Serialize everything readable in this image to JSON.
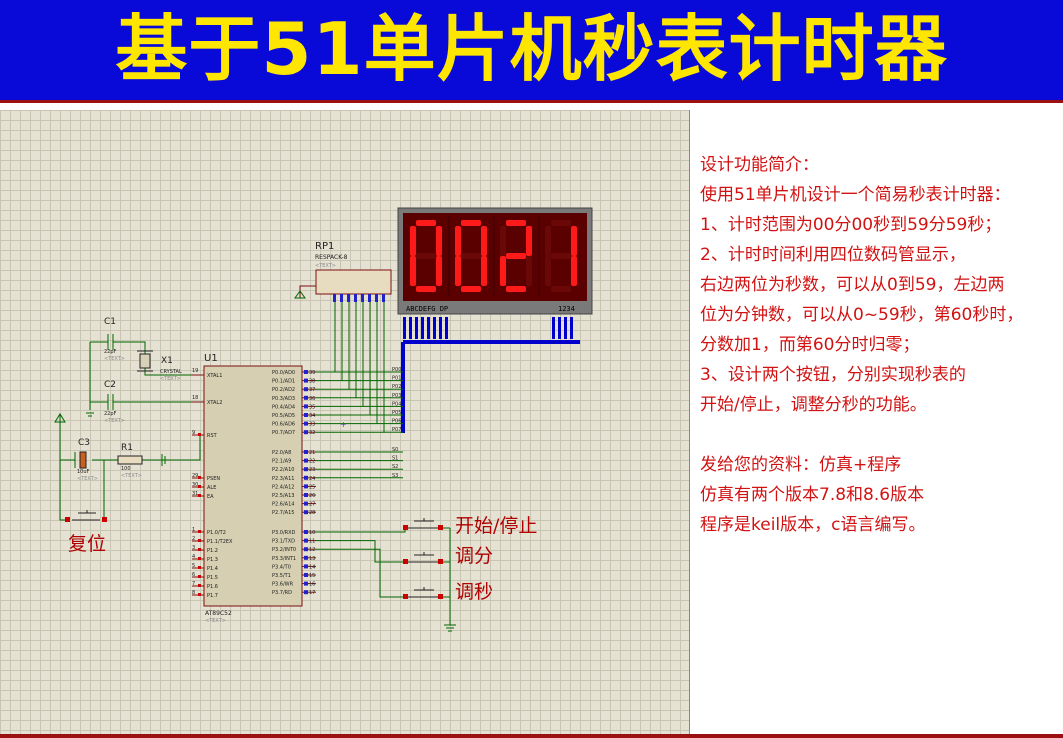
{
  "banner": {
    "title": "基于51单片机秒表计时器"
  },
  "display": {
    "digits": [
      "0",
      "0",
      "2",
      "1"
    ],
    "seg_label": "ABCDEFG DP",
    "pos_label": "1234",
    "seg_color": "#ff1a1a"
  },
  "schematic": {
    "rp1": {
      "ref": "RP1",
      "value": "RESPACK-8",
      "text": "<TEXT>"
    },
    "c1": {
      "ref": "C1",
      "value": "22pF",
      "text": "<TEXT>"
    },
    "c2": {
      "ref": "C2",
      "value": "22pF",
      "text": "<TEXT>"
    },
    "c3": {
      "ref": "C3",
      "value": "10uF",
      "text": "<TEXT>"
    },
    "x1": {
      "ref": "X1",
      "value": "CRYSTAL",
      "text": "<TEXT>"
    },
    "r1": {
      "ref": "R1",
      "value": "100",
      "text": "<TEXT>"
    },
    "u1": {
      "ref": "U1",
      "part": "AT89C52",
      "text": "<TEXT>",
      "left_pins": [
        "XTAL1",
        "XTAL2",
        "RST",
        "PSEN",
        "ALE",
        "EA",
        "P1.0/T2",
        "P1.1/T2EX",
        "P1.2",
        "P1.3",
        "P1.4",
        "P1.5",
        "P1.6",
        "P1.7"
      ],
      "left_nums": [
        "19",
        "18",
        "9",
        "29",
        "30",
        "31",
        "1",
        "2",
        "3",
        "4",
        "5",
        "6",
        "7",
        "8"
      ],
      "right_pins": [
        "P0.0/AD0",
        "P0.1/AD1",
        "P0.2/AD2",
        "P0.3/AD3",
        "P0.4/AD4",
        "P0.5/AD5",
        "P0.6/AD6",
        "P0.7/AD7",
        "P2.0/A8",
        "P2.1/A9",
        "P2.2/A10",
        "P2.3/A11",
        "P2.4/A12",
        "P2.5/A13",
        "P2.6/A14",
        "P2.7/A15",
        "P3.0/RXD",
        "P3.1/TXD",
        "P3.2/INT0",
        "P3.3/INT1",
        "P3.4/T0",
        "P3.5/T1",
        "P3.6/WR",
        "P3.7/RD"
      ],
      "right_nums": [
        "39",
        "38",
        "37",
        "36",
        "35",
        "34",
        "33",
        "32",
        "21",
        "22",
        "23",
        "24",
        "25",
        "26",
        "27",
        "28",
        "10",
        "11",
        "12",
        "13",
        "14",
        "15",
        "16",
        "17"
      ]
    },
    "p0_labels": [
      "P00",
      "P01",
      "P02",
      "P03",
      "P04",
      "P05",
      "P06",
      "P07"
    ],
    "s_labels": [
      "S0",
      "S1",
      "S2",
      "S3"
    ],
    "buttons": {
      "reset": "复位",
      "start_stop": "开始/停止",
      "adj_min": "调分",
      "adj_sec": "调秒"
    }
  },
  "description": {
    "lines": [
      "设计功能简介：",
      "使用51单片机设计一个简易秒表计时器：",
      "1、计时范围为00分00秒到59分59秒；",
      "2、计时时间利用四位数码管显示，",
      "右边两位为秒数，可以从0到59，左边两",
      "位为分钟数，可以从0~59秒，第60秒时，",
      "分数加1，而第60分时归零；",
      "3、设计两个按钮，分别实现秒表的",
      "开始/停止，调整分秒的功能。",
      "",
      "发给您的资料：仿真+程序",
      "仿真有两个版本7.8和8.6版本",
      "程序是keil版本，c语言编写。"
    ]
  }
}
